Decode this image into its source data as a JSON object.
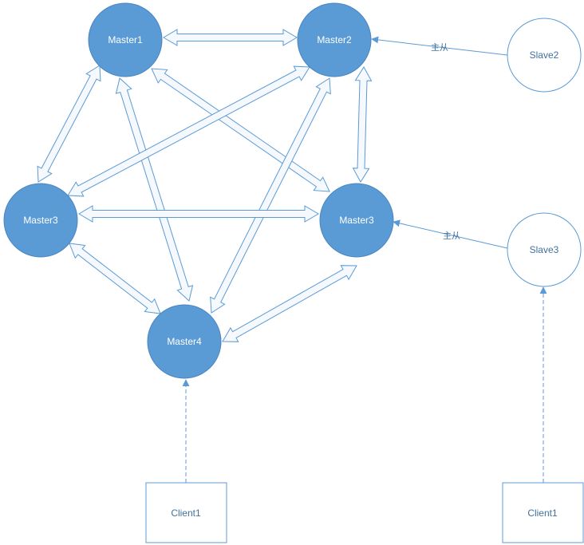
{
  "nodes": {
    "master1": {
      "label": "Master1"
    },
    "master2": {
      "label": "Master2"
    },
    "master3_left": {
      "label": "Master3"
    },
    "master3_right": {
      "label": "Master3"
    },
    "master4": {
      "label": "Master4"
    },
    "slave2": {
      "label": "Slave2"
    },
    "slave3": {
      "label": "Slave3"
    },
    "client1_left": {
      "label": "Client1"
    },
    "client1_right": {
      "label": "Client1"
    }
  },
  "edges": {
    "slave2_master2": {
      "label": "主从"
    },
    "slave3_master3": {
      "label": "主从"
    }
  },
  "colors": {
    "master_fill": "#5b9bd5",
    "master_stroke": "#4a86c0",
    "master_text": "#ffffff",
    "slave_stroke": "#5b9bd5",
    "slave_text": "#41719c",
    "arrow_fill": "#f5f8fc",
    "arrow_stroke": "#5b9bd5",
    "connector": "#5b9bd5"
  },
  "icons": {
    "double_arrow": "double-arrow-icon",
    "arrowhead": "arrowhead-icon"
  }
}
